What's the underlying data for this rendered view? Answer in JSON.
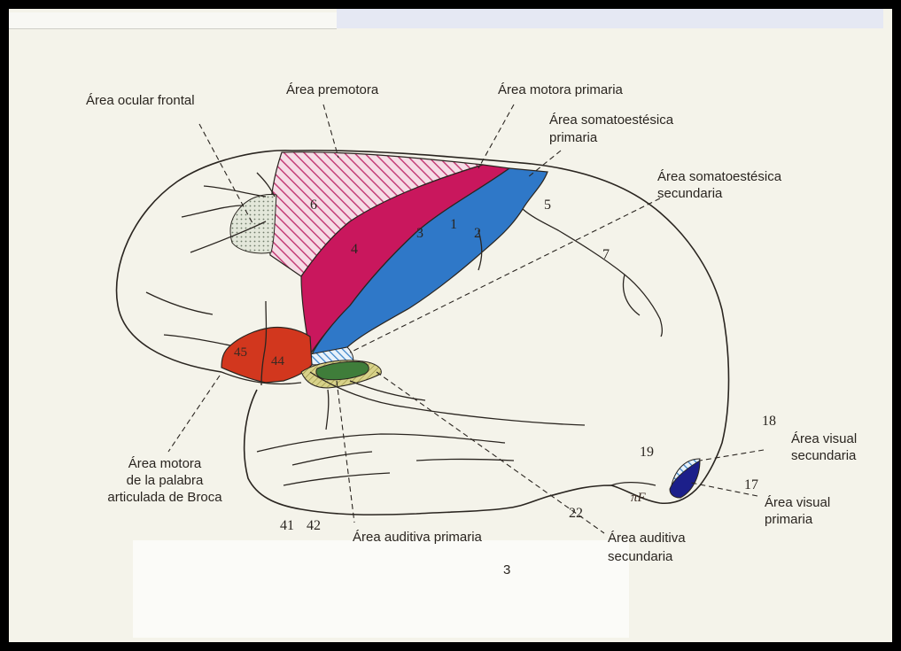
{
  "labels": {
    "ocular_frontal": "Área ocular frontal",
    "premotora": "Área premotora",
    "motora_primaria": "Área motora primaria",
    "somato_primaria_1": "Área somatoestésica",
    "somato_primaria_2": "primaria",
    "somato_secundaria_1": "Área somatoestésica",
    "somato_secundaria_2": "secundaria",
    "broca_1": "Área motora",
    "broca_2": "de la palabra",
    "broca_3": "articulada de Broca",
    "auditiva_primaria": "Área auditiva primaria",
    "auditiva_secundaria_1": "Área auditiva",
    "auditiva_secundaria_2": "secundaria",
    "visual_secundaria_1": "Área visual",
    "visual_secundaria_2": "secundaria",
    "visual_primaria_1": "Área visual",
    "visual_primaria_2": "primaria",
    "page_mark": "3"
  },
  "area_numbers": {
    "n6": "6",
    "n4": "4",
    "n3": "3",
    "n1": "1",
    "n2": "2",
    "n5": "5",
    "n7": "7",
    "n45": "45",
    "n44": "44",
    "n41": "41",
    "n42": "42",
    "n22": "22",
    "n19": "19",
    "n18": "18",
    "n17": "17",
    "sulcus_mark": "πF"
  },
  "colors": {
    "premotora": "#e79bb7",
    "motora_primaria": "#c9175d",
    "somatoestesica_primaria": "#2f78c8",
    "broca": "#d2371e",
    "auditiva_primaria": "#3f7d3a",
    "auditiva_secundaria": "#c9c46a",
    "visual_primaria": "#1c1f8a",
    "ocular_frontal": "#cfd7c6"
  }
}
